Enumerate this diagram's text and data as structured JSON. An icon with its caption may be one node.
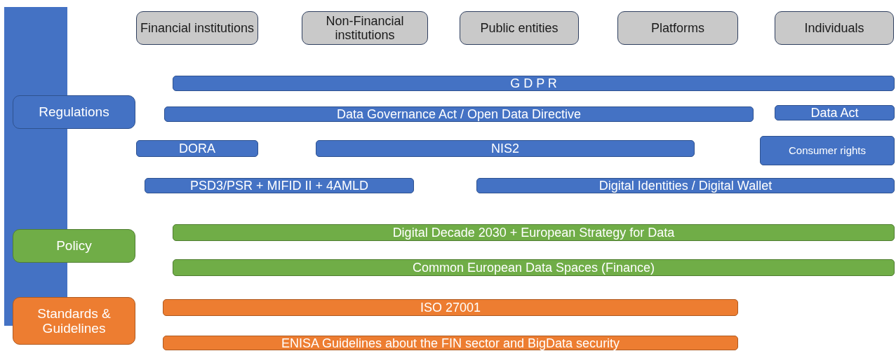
{
  "diagram": {
    "nodes": [
      {
        "text": [],
        "shape": "bar"
      },
      {
        "text": [
          "Financial institutions"
        ]
      },
      {
        "text": [
          "Non-Financial institutions"
        ]
      },
      {
        "text": [
          "Public entities"
        ]
      },
      {
        "text": [
          "Platforms"
        ]
      },
      {
        "text": [
          "Individuals"
        ]
      },
      {
        "text": [
          "G D P R"
        ]
      },
      {
        "text": [
          "Regulations"
        ]
      },
      {
        "text": [
          "Data Governance Act / Open Data Directive"
        ]
      },
      {
        "text": [
          "Data Act"
        ]
      },
      {
        "text": [
          "DORA"
        ]
      },
      {
        "text": [
          "NIS2"
        ]
      },
      {
        "text": [
          "Consumer rights"
        ]
      },
      {
        "text": [
          "PSD3/PSR + MIFID II + 4AMLD"
        ]
      },
      {
        "text": [
          "Digital Identities / Digital Wallet"
        ]
      },
      {
        "text": [
          "Policy"
        ]
      },
      {
        "text": [
          "Digital Decade 2030 + European Strategy for Data"
        ]
      },
      {
        "text": [
          "Common European Data Spaces (Finance)"
        ]
      },
      {
        "text": [
          "Standards & Guidelines"
        ]
      },
      {
        "text": [
          "ISO 27001"
        ]
      },
      {
        "text": [
          "ENISA Guidelines about the FIN sector and BigData security"
        ]
      }
    ]
  }
}
